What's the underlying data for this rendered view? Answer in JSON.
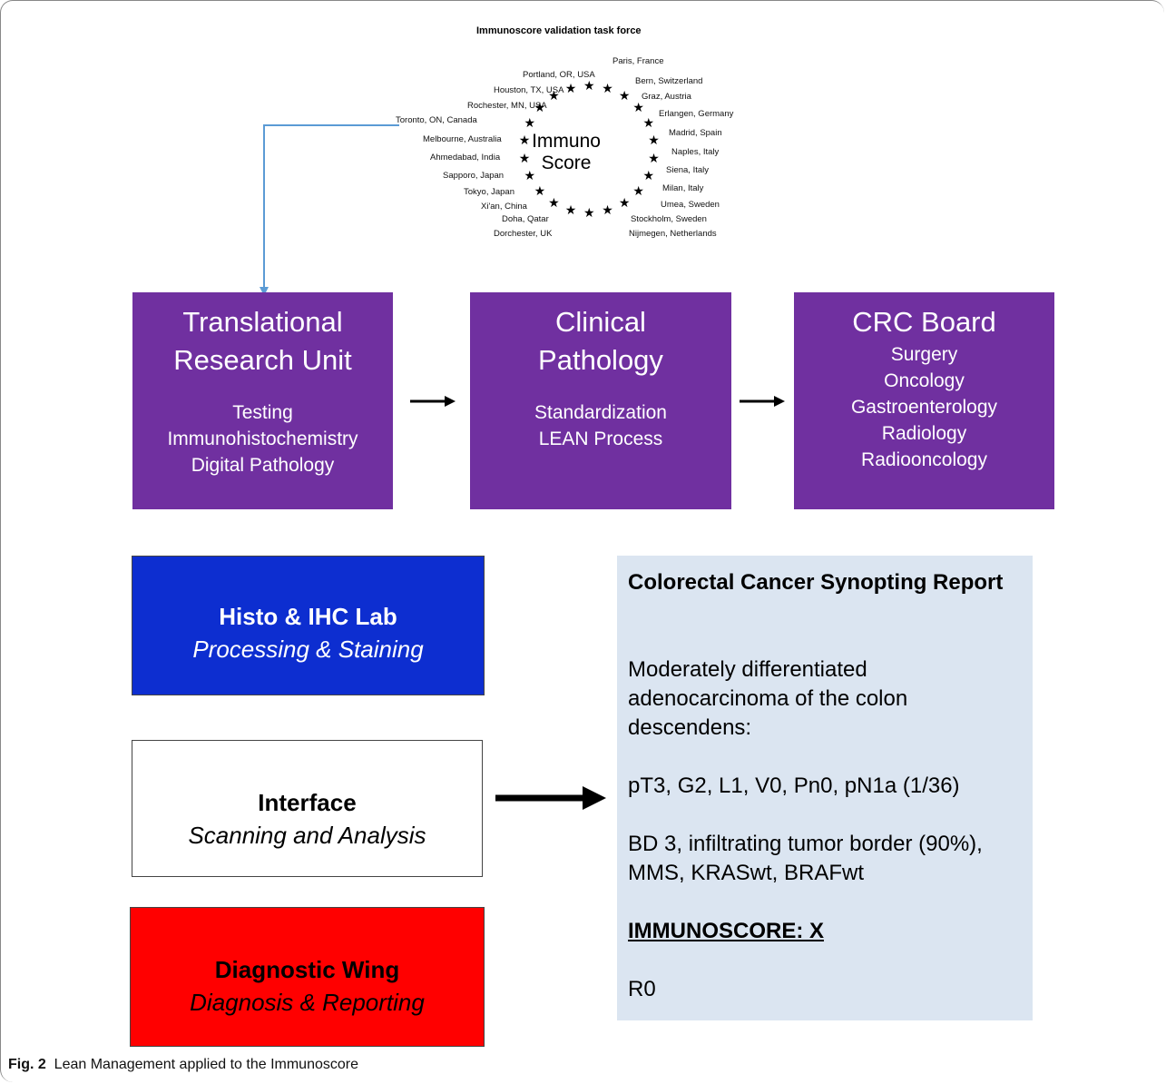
{
  "taskforce": {
    "title": "Immunoscore validation task force",
    "center_line1": "Immuno",
    "center_line2": "Score",
    "cities_left": [
      "Portland, OR, USA",
      "Houston, TX, USA",
      "Rochester, MN, USA",
      "Toronto, ON, Canada",
      "Melbourne, Australia",
      "Ahmedabad, India",
      "Sapporo, Japan",
      "Tokyo, Japan",
      "Xi'an, China",
      "Doha, Qatar",
      "Dorchester, UK"
    ],
    "cities_right": [
      "Paris, France",
      "Bern, Switzerland",
      "Graz, Austria",
      "Erlangen, Germany",
      "Madrid, Spain",
      "Naples, Italy",
      "Siena, Italy",
      "Milan, Italy",
      "Umea, Sweden",
      "Stockholm, Sweden",
      "Nijmegen, Netherlands"
    ]
  },
  "units": [
    {
      "title_l1": "Translational",
      "title_l2": "Research Unit",
      "items": [
        "Testing",
        "Immunohistochemistry",
        "Digital Pathology"
      ]
    },
    {
      "title_l1": "Clinical",
      "title_l2": "Pathology",
      "items": [
        "Standardization",
        "LEAN Process"
      ]
    },
    {
      "title_l1": "CRC Board",
      "title_l2": "",
      "items": [
        "Surgery",
        "Oncology",
        "Gastroenterology",
        "Radiology",
        "Radiooncology"
      ]
    }
  ],
  "labs": [
    {
      "name": "Histo & IHC Lab",
      "sub": "Processing & Staining"
    },
    {
      "name": "Interface",
      "sub": "Scanning and Analysis"
    },
    {
      "name": "Diagnostic Wing",
      "sub": "Diagnosis & Reporting"
    }
  ],
  "report": {
    "title": "Colorectal Cancer Synopting Report",
    "p1": "Moderately differentiated adenocarcinoma of the colon descendens:",
    "p2": "pT3, G2, L1, V0, Pn0, pN1a (1/36)",
    "p3": "BD 3, infiltrating tumor border (90%), MMS, KRASwt, BRAFwt",
    "p4": "IMMUNOSCORE: X",
    "p5": "R0"
  },
  "caption": {
    "label": "Fig. 2",
    "text": "Lean Management applied to the Immunoscore"
  },
  "colors": {
    "purple": "#7030a0",
    "blue": "#0d2ed0",
    "red": "#ff0000",
    "report_bg": "#dbe5f1",
    "connector": "#5b9bd5"
  }
}
